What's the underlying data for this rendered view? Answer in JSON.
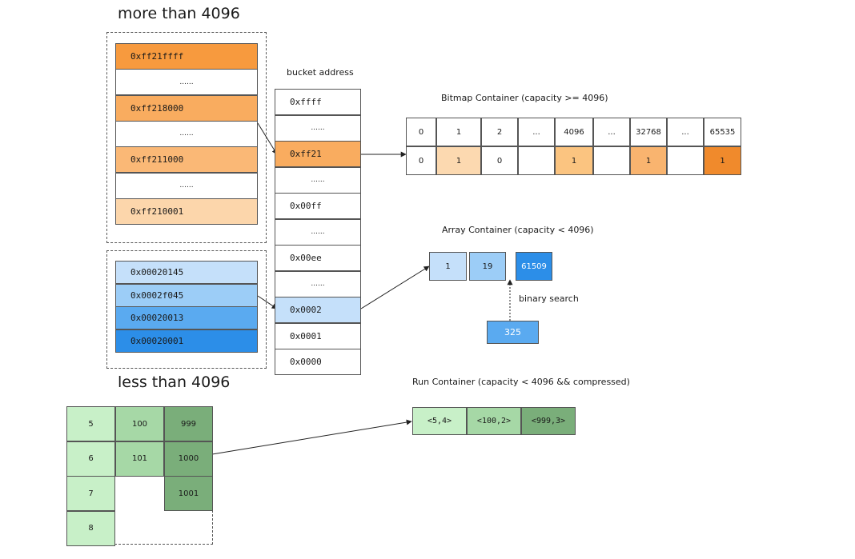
{
  "labels": {
    "more_than": "more than 4096",
    "less_than": "less than 4096",
    "bucket_address": "bucket address",
    "bitmap_title": "Bitmap Container (capacity >= 4096)",
    "array_title": "Array Container (capacity < 4096)",
    "run_title": "Run Container (capacity < 4096 && compressed)",
    "binary_search": "binary search"
  },
  "colors": {
    "orange_dark": "#f79a3e",
    "orange_mid": "#f9b46f",
    "orange_light": "#fcd9b0",
    "blue_light": "#c5e0fa",
    "blue_mid": "#9ccdf7",
    "blue_strong": "#5aaaf0",
    "blue_dark": "#2c8ee8",
    "green_light": "#c8f0c8",
    "green_mid": "#a6d8a6",
    "green_dark": "#7aae7a"
  },
  "high_bucket_values": [
    {
      "text": "0xff21ffff",
      "color": "#f79a3e"
    },
    {
      "text": "......",
      "color": "#ffffff"
    },
    {
      "text": "0xff218000",
      "color": "#f9ac5f"
    },
    {
      "text": "......",
      "color": "#ffffff"
    },
    {
      "text": "0xff211000",
      "color": "#fab876"
    },
    {
      "text": "......",
      "color": "#ffffff"
    },
    {
      "text": "0xff210001",
      "color": "#fcd6ab"
    }
  ],
  "low_bucket_values": [
    {
      "text": "0x00020145",
      "color": "#c5e0fa"
    },
    {
      "text": "0x0002f045",
      "color": "#9ccdf7"
    },
    {
      "text": "0x00020013",
      "color": "#5aaaf0"
    },
    {
      "text": "0x00020001",
      "color": "#2c8ee8"
    }
  ],
  "bucket_column": [
    {
      "text": "0xffff",
      "color": "#ffffff"
    },
    {
      "text": "......",
      "color": "#ffffff"
    },
    {
      "text": "0xff21",
      "color": "#f9ac5f"
    },
    {
      "text": "......",
      "color": "#ffffff"
    },
    {
      "text": "0x00ff",
      "color": "#ffffff"
    },
    {
      "text": "......",
      "color": "#ffffff"
    },
    {
      "text": "0x00ee",
      "color": "#ffffff"
    },
    {
      "text": "......",
      "color": "#ffffff"
    },
    {
      "text": "0x0002",
      "color": "#c5e0fa"
    },
    {
      "text": "0x0001",
      "color": "#ffffff"
    },
    {
      "text": "0x0000",
      "color": "#ffffff"
    }
  ],
  "bitmap": {
    "index_row": [
      "0",
      "1",
      "2",
      "...",
      "4096",
      "...",
      "32768",
      "...",
      "65535"
    ],
    "bit_row": [
      {
        "text": "0",
        "color": "#ffffff"
      },
      {
        "text": "1",
        "color": "#fcd9b0"
      },
      {
        "text": "0",
        "color": "#ffffff"
      },
      {
        "text": "",
        "color": "#ffffff"
      },
      {
        "text": "1",
        "color": "#fbc480"
      },
      {
        "text": "",
        "color": "#ffffff"
      },
      {
        "text": "1",
        "color": "#f9b46f"
      },
      {
        "text": "",
        "color": "#ffffff"
      },
      {
        "text": "1",
        "color": "#f08a2c"
      }
    ]
  },
  "array": {
    "items": [
      {
        "text": "1",
        "color": "#c5e0fa"
      },
      {
        "text": "19",
        "color": "#9ccdf7"
      },
      {
        "text": "61509",
        "color": "#2c8ee8"
      }
    ],
    "search_value": "325"
  },
  "run_source": {
    "col1": [
      "5",
      "6",
      "7",
      "8"
    ],
    "col2": [
      "100",
      "101"
    ],
    "col3": [
      "999",
      "1000",
      "1001"
    ]
  },
  "run": {
    "items": [
      {
        "text": "<5,4>",
        "color": "#c8f0c8"
      },
      {
        "text": "<100,2>",
        "color": "#a6d8a6"
      },
      {
        "text": "<999,3>",
        "color": "#7aae7a"
      }
    ]
  }
}
